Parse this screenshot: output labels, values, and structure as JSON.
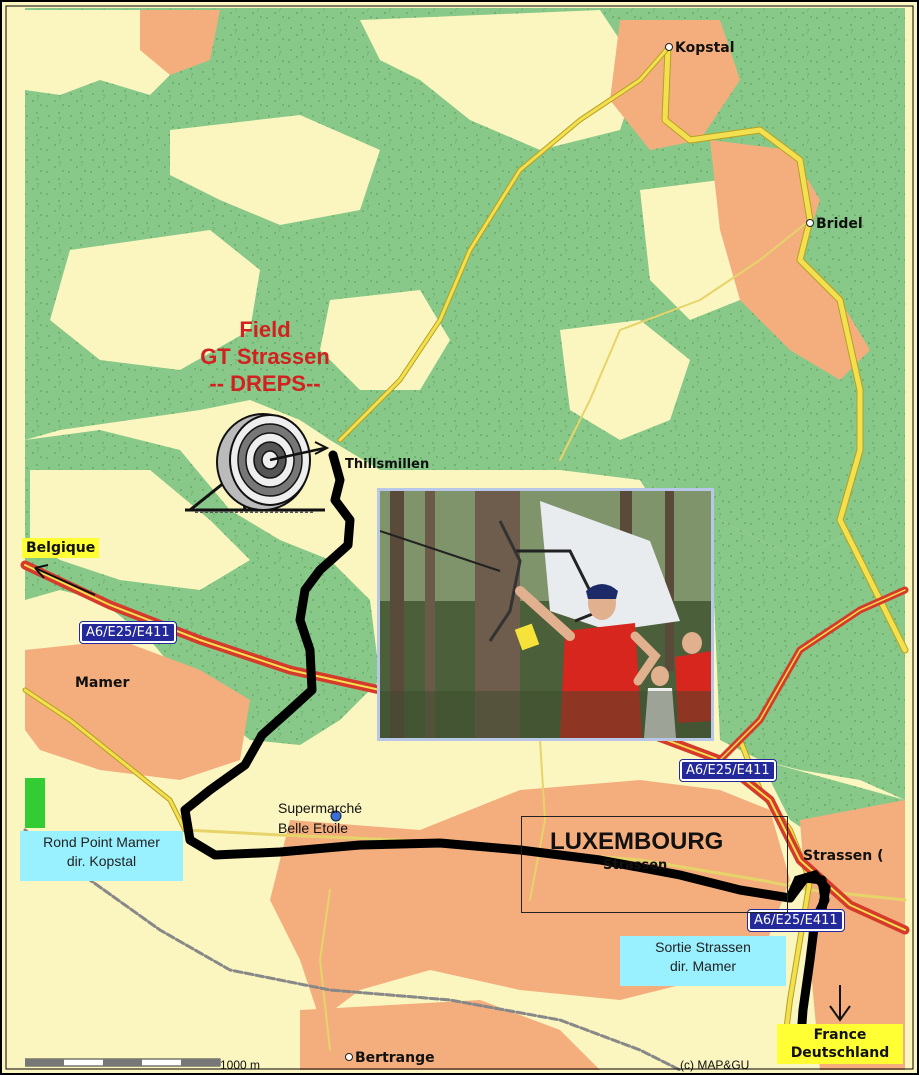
{
  "map": {
    "colors": {
      "forest": "#88c888",
      "open_land": "#fbf6c0",
      "urban": "#f4ae7e",
      "road_yellow": "#f3e050",
      "motorway_red": "#d63a2a",
      "route_black": "#000000",
      "water_green": "#33cc33"
    }
  },
  "towns": {
    "kopstal": "Kopstal",
    "bridel": "Bridel",
    "thillsmillen": "Thillsmillen",
    "mamer": "Mamer",
    "strassen": "Strassen",
    "strassen_edge": "Strassen (",
    "bertrange": "Bertrange",
    "supermarche_line1": "Supermarché",
    "supermarche_line2": "Belle Etoile"
  },
  "field": {
    "line1": "Field",
    "line2": "GT  Strassen",
    "line3": "-- DREPS--",
    "icon": "archery-target-icon"
  },
  "motorway": {
    "shield_1": "A6/E25/E411",
    "shield_2": "A6/E25/E411",
    "shield_3": "A6/E25/E411"
  },
  "directions": {
    "belgique": "Belgique",
    "france": "France",
    "deutschland": "Deutschland"
  },
  "callouts": {
    "rond_point_line1": "Rond Point Mamer",
    "rond_point_line2": "dir. Kopstal",
    "sortie_line1": "Sortie Strassen",
    "sortie_line2": "dir. Mamer"
  },
  "luxembourg": "LUXEMBOURG",
  "footer": {
    "scale_label": "1000 m",
    "copyright": "(c) MAP&GU"
  },
  "photo": {
    "subject": "archer-photo"
  }
}
